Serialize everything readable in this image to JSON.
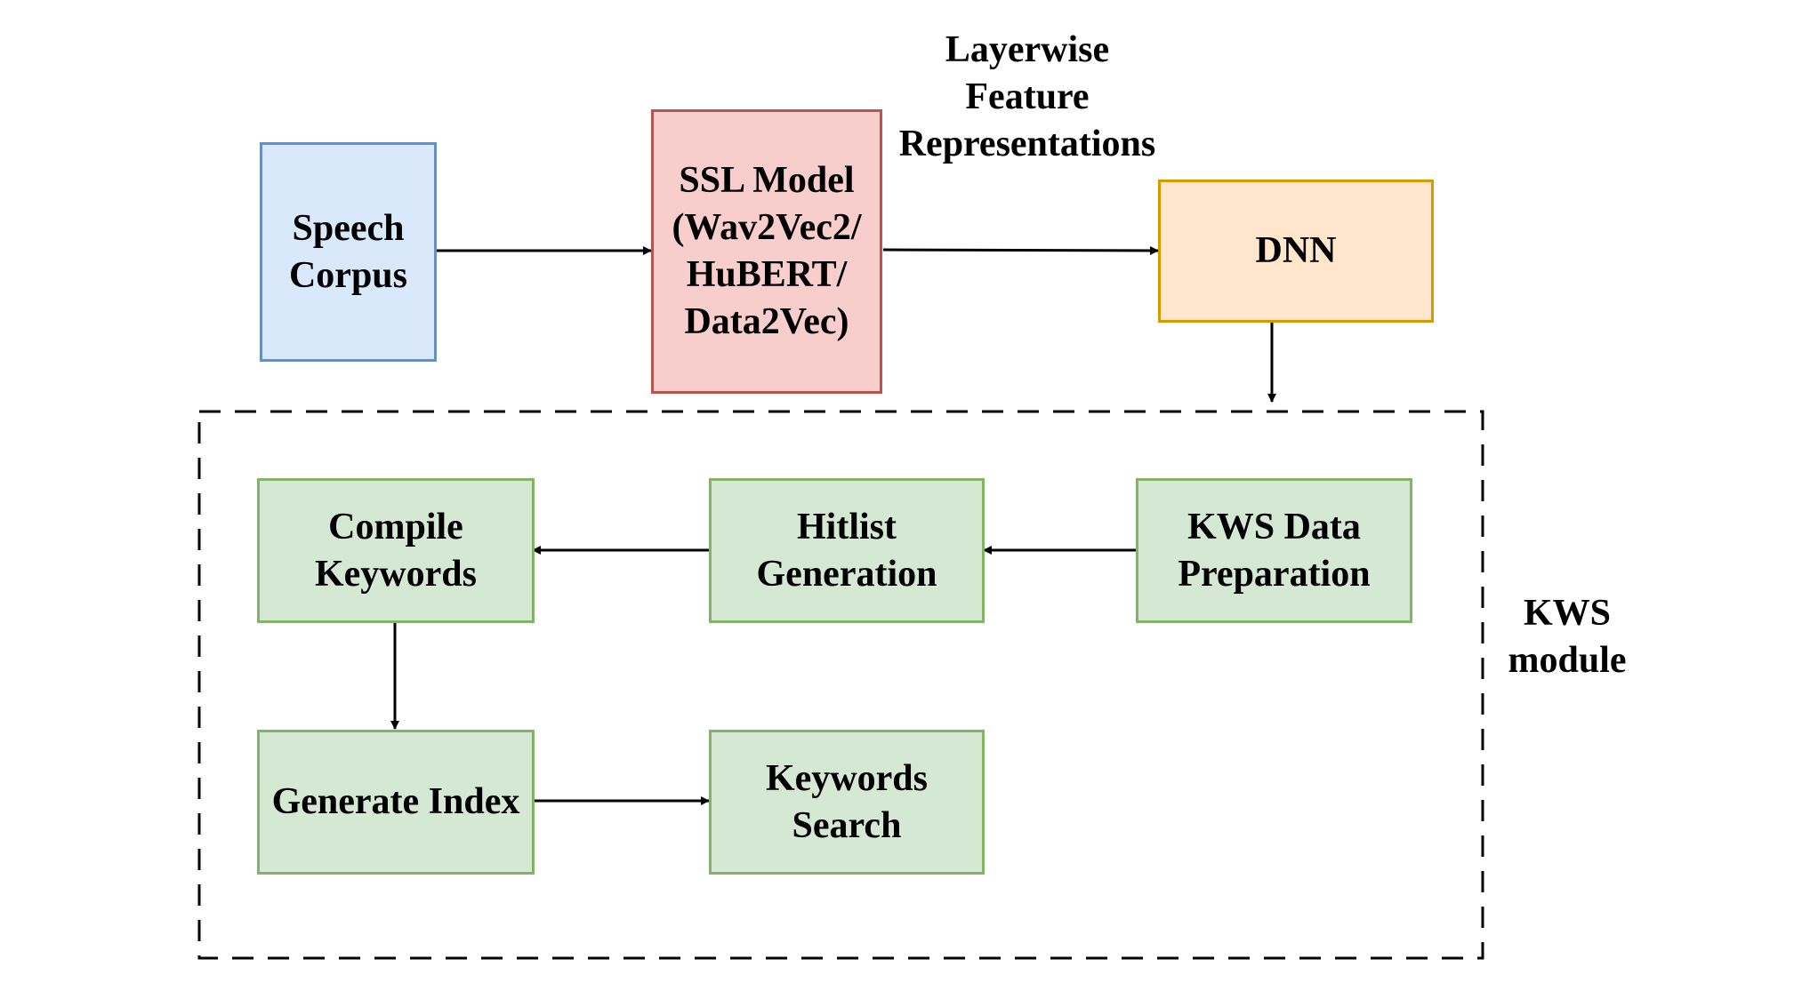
{
  "colors": {
    "speech_fill": "#dae8fc",
    "speech_border": "#6c8ebf",
    "ssl_fill": "#f8cecc",
    "ssl_border": "#b85450",
    "dnn_fill": "#ffe6cc",
    "dnn_border": "#d79b00",
    "kws_fill": "#d5e8d4",
    "kws_border": "#82b366",
    "line": "#000000"
  },
  "nodes": {
    "speech_corpus": "Speech\nCorpus",
    "ssl_model": "SSL Model\n(Wav2Vec2/\nHuBERT/\nData2Vec)",
    "dnn": "DNN",
    "compile_keywords": "Compile\nKeywords",
    "hitlist_generation": "Hitlist\nGeneration",
    "kws_data_preparation": "KWS Data\nPreparation",
    "generate_index": "Generate Index",
    "keywords_search": "Keywords\nSearch"
  },
  "labels": {
    "layerwise_features": "Layerwise\nFeature\nRepresentations",
    "kws_module": "KWS\nmodule"
  }
}
